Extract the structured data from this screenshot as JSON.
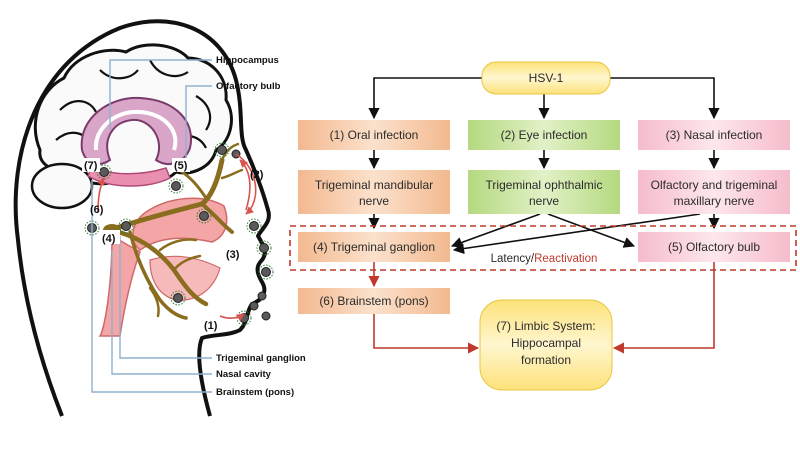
{
  "diagram": {
    "source": "HSV-1",
    "routes": [
      {
        "infection": "(1) Oral infection",
        "nerve": [
          "Trigeminal mandibular",
          "nerve"
        ]
      },
      {
        "infection": "(2) Eye infection",
        "nerve": [
          "Trigeminal ophthalmic",
          "nerve"
        ]
      },
      {
        "infection": "(3) Nasal infection",
        "nerve": [
          "Olfactory and trigeminal",
          "maxillary nerve"
        ]
      }
    ],
    "ganglion": "(4) Trigeminal ganglion",
    "olfactory_bulb": "(5) Olfactory bulb",
    "latency_label": "Latency/",
    "reactivation_label": "Reactivation",
    "brainstem": "(6) Brainstem (pons)",
    "limbic": [
      "(7) Limbic System:",
      "Hippocampal",
      "formation"
    ]
  },
  "anatomy": {
    "labels": {
      "hippocampus": "Hippocampus",
      "olfactory_bulb": "Olfactory bulb",
      "trigeminal_ganglion": "Trigeminal ganglion",
      "nasal_cavity": "Nasal cavity",
      "brainstem": "Brainstem (pons)"
    },
    "markers": [
      "(1)",
      "(2)",
      "(3)",
      "(4)",
      "(5)",
      "(6)",
      "(7)"
    ]
  },
  "colors": {
    "orange": "#f6c9a4",
    "green": "#c6e29b",
    "pink": "#f9d3dc",
    "yellow": "#fde27a",
    "red": "#c0392b",
    "nerve": "#8a6d1f"
  }
}
